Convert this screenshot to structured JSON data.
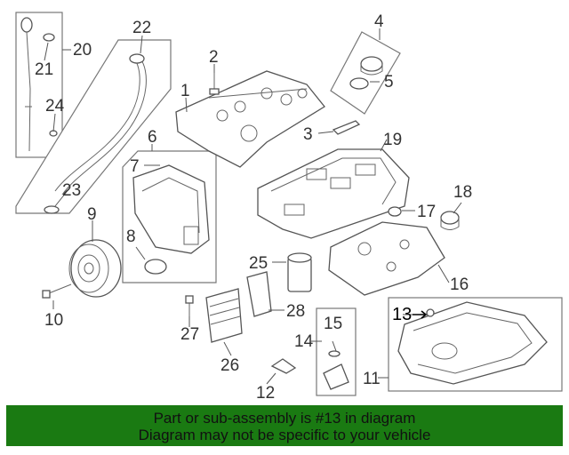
{
  "diagram": {
    "callouts": [
      "1",
      "2",
      "3",
      "4",
      "5",
      "6",
      "7",
      "8",
      "9",
      "10",
      "11",
      "12",
      "13",
      "14",
      "15",
      "16",
      "17",
      "18",
      "19",
      "20",
      "21",
      "22",
      "23",
      "24",
      "25",
      "26",
      "27",
      "28"
    ],
    "highlighted_part": "13"
  },
  "banner": {
    "line1": "Part or sub-assembly is #13 in diagram",
    "line2": "Diagram may not be specific to your vehicle",
    "color": "#1a7a12"
  }
}
